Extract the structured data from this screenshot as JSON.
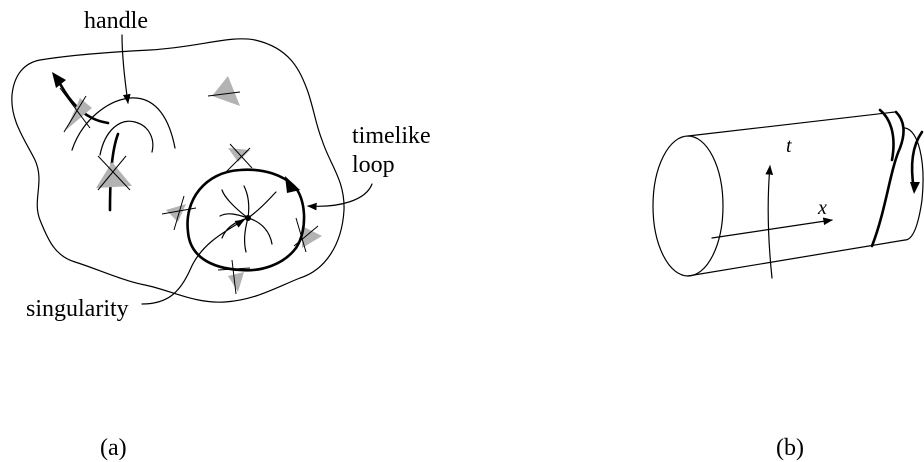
{
  "panel_a": {
    "caption": "(a)",
    "labels": {
      "handle": "handle",
      "timelike_line1": "timelike",
      "timelike_line2": "loop",
      "singularity": "singularity"
    }
  },
  "panel_b": {
    "caption": "(b)",
    "labels": {
      "t": "t",
      "x": "x"
    }
  },
  "colors": {
    "ink": "#000000",
    "cone_fill": "#b3b3b3",
    "background": "#ffffff"
  }
}
